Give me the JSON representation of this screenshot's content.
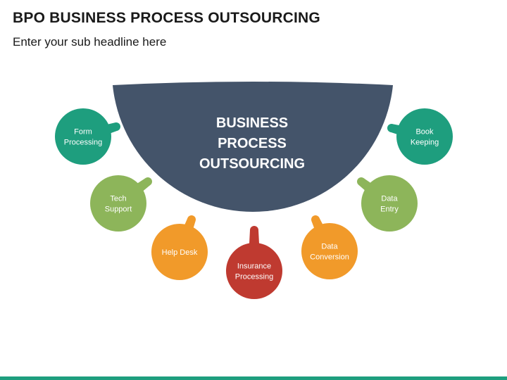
{
  "header": {
    "title": "BPO BUSINESS PROCESS OUTSOURCING",
    "subtitle": "Enter your sub headline here"
  },
  "diagram": {
    "hub": {
      "lines": [
        "BUSINESS",
        "PROCESS",
        "OUTSOURCING"
      ],
      "color": "#44546a"
    },
    "nodes": [
      {
        "id": "form-processing",
        "lines": [
          "Form",
          "Processing"
        ],
        "color": "#1e9e7e"
      },
      {
        "id": "tech-support",
        "lines": [
          "Tech",
          "Support"
        ],
        "color": "#8db55a"
      },
      {
        "id": "help-desk",
        "lines": [
          "Help Desk"
        ],
        "color": "#f19a2a"
      },
      {
        "id": "insurance-processing",
        "lines": [
          "Insurance",
          "Processing"
        ],
        "color": "#bf3a30"
      },
      {
        "id": "data-conversion",
        "lines": [
          "Data",
          "Conversion"
        ],
        "color": "#f19a2a"
      },
      {
        "id": "data-entry",
        "lines": [
          "Data",
          "Entry"
        ],
        "color": "#8db55a"
      },
      {
        "id": "book-keeping",
        "lines": [
          "Book",
          "Keeping"
        ],
        "color": "#1e9e7e"
      }
    ]
  },
  "footer": {
    "bar_color": "#1e9e7e"
  }
}
